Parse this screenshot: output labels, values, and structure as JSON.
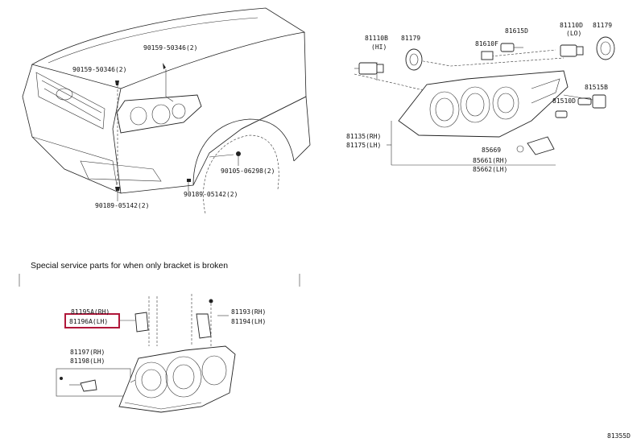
{
  "callouts": {
    "top_left": {
      "p90159_top": "90159-50346(2)",
      "p90159_left": "90159-50346(2)",
      "p90105": "90105-06298(2)",
      "p90189_right": "90189-05142(2)",
      "p90189_bottom": "90189-05142(2)"
    },
    "top_right": {
      "p81110b": "81110B",
      "p81110b_sub": "(HI)",
      "p81179_left": "81179",
      "p81610f": "81610F",
      "p81615d": "81615D",
      "p81110d": "81110D",
      "p81110d_sub": "(LO)",
      "p81179_right": "81179",
      "p81515b": "81515B",
      "p81510d": "81510D",
      "p81135": "81135(RH)",
      "p81175": "81175(LH)",
      "p85669": "85669",
      "p85661": "85661(RH)",
      "p85662": "85662(LH)"
    },
    "bottom_left": {
      "note": "Special service parts for when only bracket is broken",
      "p81195a": "81195A(RH)",
      "p81196a": "81196A(LH)",
      "p81193": "81193(RH)",
      "p81194": "81194(LH)",
      "p81197": "81197(RH)",
      "p81198": "81198(LH)"
    }
  },
  "diagram_id": "81355D",
  "colors": {
    "highlight": "#b0173a",
    "line": "#222222"
  }
}
